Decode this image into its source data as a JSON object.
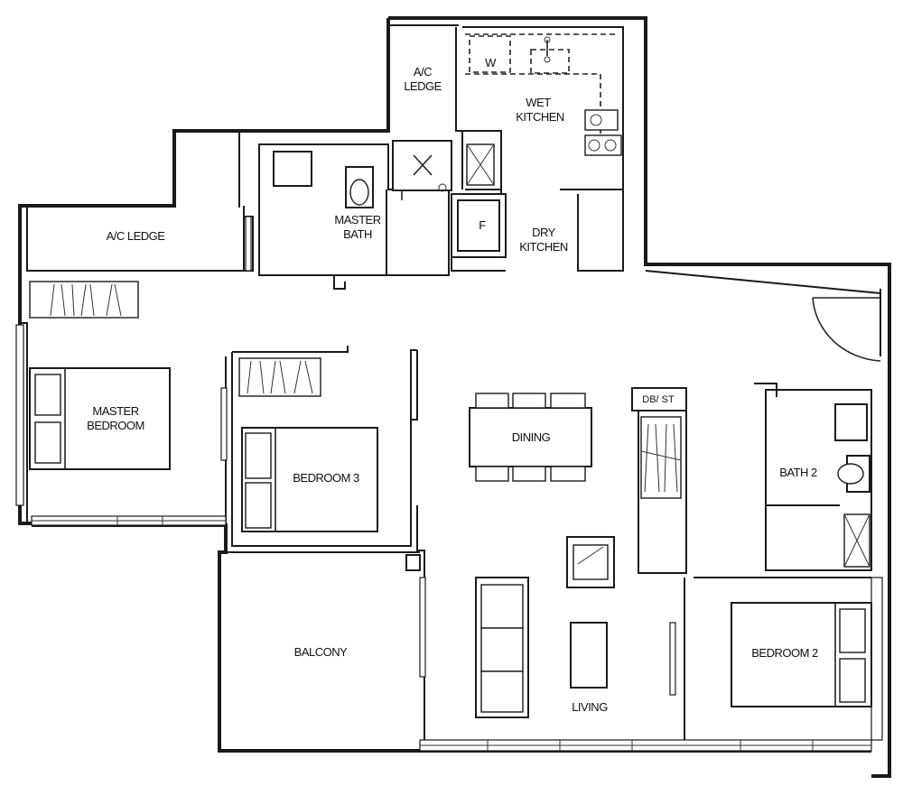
{
  "floor_plan": {
    "rooms": {
      "ac_ledge_top": [
        "A/C",
        "LEDGE"
      ],
      "wet_kitchen": [
        "WET",
        "KITCHEN"
      ],
      "ac_ledge_left": "A/C LEDGE",
      "master_bath": [
        "MASTER",
        "BATH"
      ],
      "dry_kitchen": [
        "DRY",
        "KITCHEN"
      ],
      "master_bedroom": [
        "MASTER",
        "BEDROOM"
      ],
      "bedroom_3": "BEDROOM 3",
      "dining": "DINING",
      "db_st": "DB/ ST",
      "bath_2": "BATH 2",
      "balcony": "BALCONY",
      "living": "LIVING",
      "bedroom_2": "BEDROOM 2"
    },
    "fixtures": {
      "washer": "W",
      "fridge": "F"
    }
  }
}
